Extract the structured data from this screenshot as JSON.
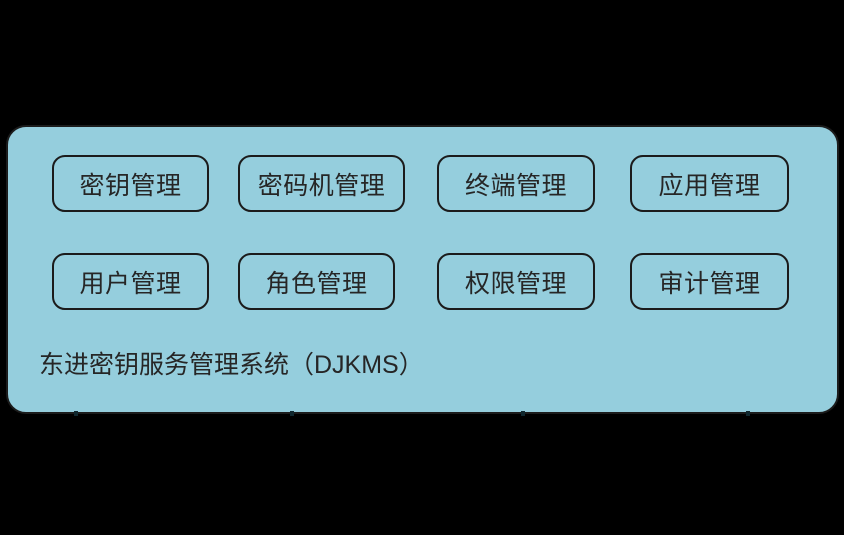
{
  "app": {
    "background_color": "#000000"
  },
  "panel": {
    "title": "东进密钥服务管理系统（DJKMS）",
    "background_color": "#95cedd",
    "border_color": "#1c1c1c",
    "text_color": "#262626",
    "box_border_color": "#1b1b1b",
    "boxes": [
      {
        "label": "密钥管理"
      },
      {
        "label": "密码机管理"
      },
      {
        "label": "终端管理"
      },
      {
        "label": "应用管理"
      },
      {
        "label": "用户管理"
      },
      {
        "label": "角色管理"
      },
      {
        "label": "权限管理"
      },
      {
        "label": "审计管理"
      }
    ]
  }
}
